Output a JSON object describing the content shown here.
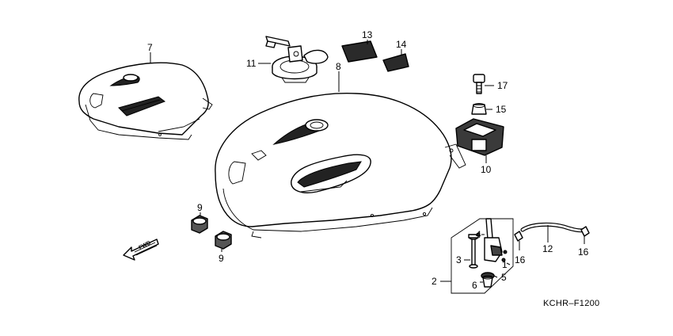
{
  "diagram_code": "KCHR–F1200",
  "forward_label": "FWD",
  "callouts": {
    "c1": "1",
    "c2": "2",
    "c3": "3",
    "c4": "4",
    "c5": "5",
    "c6": "6",
    "c7": "7",
    "c8": "8",
    "c9a": "9",
    "c9b": "9",
    "c10": "10",
    "c11": "11",
    "c12": "12",
    "c13": "13",
    "c14": "14",
    "c15": "15",
    "c16a": "16",
    "c16b": "16",
    "c17": "17"
  }
}
